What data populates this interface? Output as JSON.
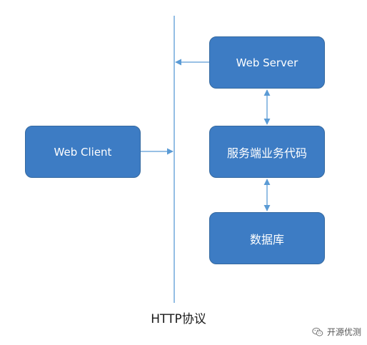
{
  "diagram": {
    "nodes": {
      "web_server": "Web Server",
      "business_code": "服务端业务代码",
      "database": "数据库",
      "web_client": "Web Client"
    },
    "protocol_label": "HTTP协议",
    "edges": [
      {
        "from": "web_server",
        "to": "protocol_line",
        "arrow": "end"
      },
      {
        "from": "web_client",
        "to": "protocol_line",
        "arrow": "end"
      },
      {
        "from": "web_server",
        "to": "business_code",
        "arrow": "both"
      },
      {
        "from": "business_code",
        "to": "database",
        "arrow": "both"
      }
    ]
  },
  "watermark": {
    "text": "开源优测",
    "icon": "wechat-icon"
  },
  "colors": {
    "box_fill": "#3d7cc4",
    "connector": "#5b9bd5",
    "box_text": "#ffffff"
  }
}
